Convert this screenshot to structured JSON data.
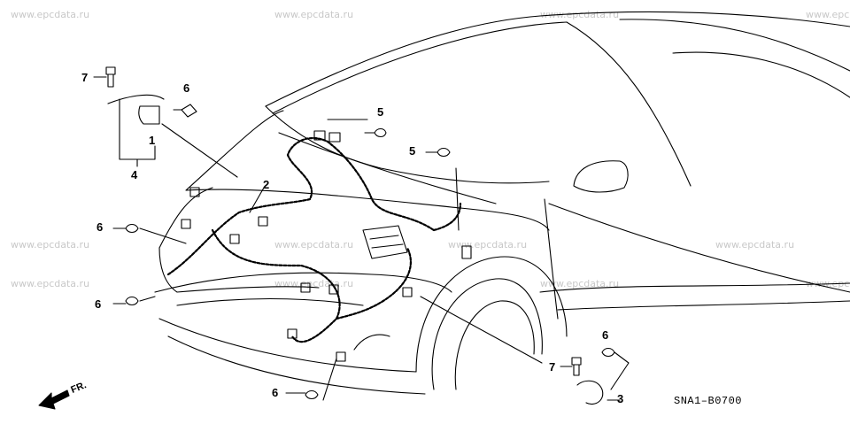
{
  "watermark": "www.epcdata.ru",
  "watermark_partial": "www.epc",
  "diagram_code": "SNA1–B0700",
  "front_label": "FR.",
  "callouts": {
    "c7_top": "7",
    "c6_top": "6",
    "c1": "1",
    "c4": "4",
    "c5_a": "5",
    "c5_b": "5",
    "c2": "2",
    "c6_mid": "6",
    "c6_low": "6",
    "c6_bottom": "6",
    "c6_right": "6",
    "c7_right": "7",
    "c3": "3"
  }
}
